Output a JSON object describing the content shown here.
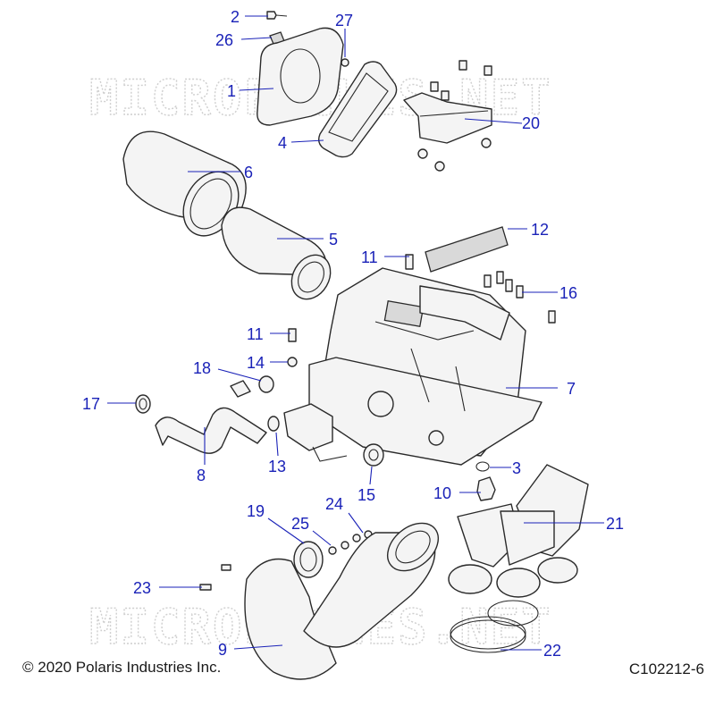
{
  "watermark": "MICROFICHES.NET",
  "footer": {
    "copyright": "© 2020 Polaris Industries Inc.",
    "code": "C102212-6"
  },
  "callouts": {
    "c1": "1",
    "c2": "2",
    "c3": "3",
    "c4": "4",
    "c5": "5",
    "c6": "6",
    "c7": "7",
    "c8": "8",
    "c9": "9",
    "c10": "10",
    "c11a": "11",
    "c11b": "11",
    "c12": "12",
    "c13": "13",
    "c14": "14",
    "c15": "15",
    "c16": "16",
    "c17": "17",
    "c18": "18",
    "c19": "19",
    "c20": "20",
    "c21": "21",
    "c22": "22",
    "c23": "23",
    "c24": "24",
    "c25": "25",
    "c26": "26",
    "c27": "27"
  },
  "colors": {
    "callout": "#1a22b8",
    "line": "#2a2a2a"
  }
}
